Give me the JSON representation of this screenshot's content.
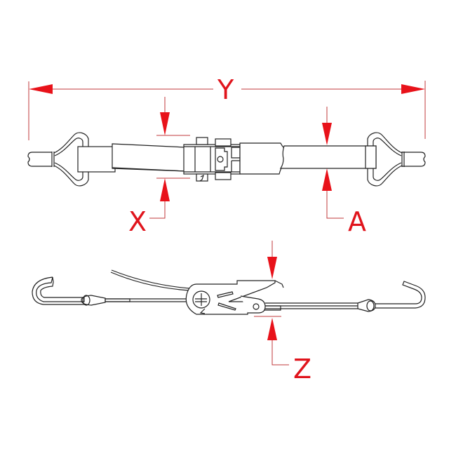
{
  "diagram": {
    "subject": "Ratchet tie-down strap with wire hooks",
    "views": [
      {
        "name": "top-view",
        "description": "Plan view showing strap webbing, ratchet buckle and triangular rings"
      },
      {
        "name": "side-view",
        "description": "Elevation view showing ratchet handle and J-hooks"
      }
    ],
    "dimensions": {
      "overall_length": {
        "label": "Y"
      },
      "buckle_width": {
        "label": "X"
      },
      "strap_width": {
        "label": "A"
      },
      "buckle_height": {
        "label": "Z"
      }
    },
    "colors": {
      "dimension": "#e8121a",
      "dimension_line": "#c0393b",
      "drawing": "#222222",
      "background": "#ffffff"
    }
  }
}
